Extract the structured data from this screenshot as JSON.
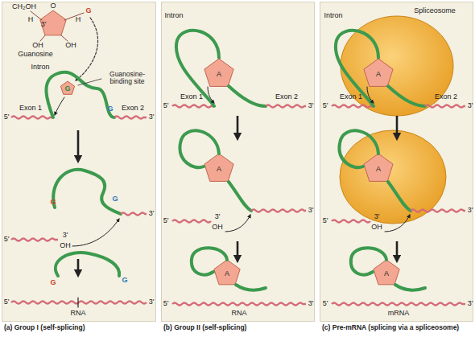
{
  "diagram": {
    "nodes": [
      {
        "text": [
          "(a) Group I (self-splicing)"
        ]
      },
      {
        "text": [
          "(b) Group II (self-splicing)"
        ]
      },
      {
        "text": [
          "(c) Pre-mRNA (splicing via a spliceosome)"
        ]
      }
    ],
    "labels": [
      "CH₂OH",
      "O",
      "G",
      "H",
      "3'",
      "H",
      "OH",
      "OH",
      "Guanosine",
      "Intron",
      "Guanosine-binding site",
      "G",
      "G",
      "5'",
      "Exon 1",
      "Exon 2",
      "3'",
      "G",
      "G",
      "3'",
      "5'",
      "3'",
      "OH",
      "G",
      "G",
      "5'",
      "3'",
      "RNA",
      "Intron",
      "A",
      "5'",
      "Exon 1",
      "Exon 2",
      "3'",
      "A",
      "5'",
      "3'",
      "OH",
      "3'",
      "A",
      "5'",
      "3'",
      "RNA",
      "Intron",
      "Spliceosome",
      "A",
      "5'",
      "Exon 1",
      "Exon 2",
      "3'",
      "A",
      "5'",
      "3'",
      "OH",
      "3'",
      "A",
      "5'",
      "3'",
      "mRNA"
    ]
  }
}
